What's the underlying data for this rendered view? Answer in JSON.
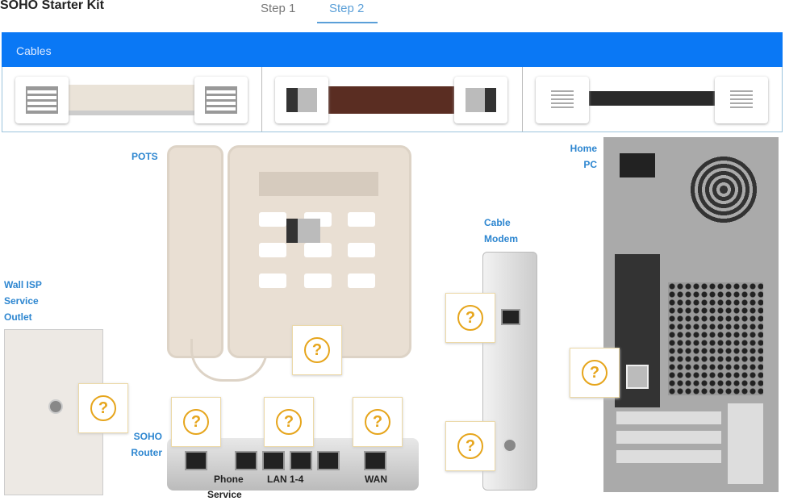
{
  "title": "SOHO Starter Kit",
  "tabs": [
    {
      "label": "Step 1",
      "active": false
    },
    {
      "label": "Step 2",
      "active": true
    }
  ],
  "cables_panel": {
    "header": "Cables",
    "items": [
      {
        "name": "ethernet-cable",
        "color": "#eae3d8"
      },
      {
        "name": "coaxial-cable",
        "color": "#5a2d22"
      },
      {
        "name": "phone-cable",
        "color": "#2a2a2a"
      }
    ]
  },
  "labels": {
    "pots": "POTS",
    "home_pc": [
      "Home",
      "PC"
    ],
    "cable_modem": [
      "Cable",
      "Modem"
    ],
    "wall_outlet": [
      "Wall ISP",
      "Service",
      "Outlet"
    ],
    "soho_router": [
      "SOHO",
      "Router"
    ]
  },
  "router_ports": {
    "phone": "Phone",
    "service": "Service",
    "lan": "LAN 1-4",
    "wan": "WAN"
  },
  "drop_zone_symbol": "?",
  "colors": {
    "accent": "#0a78f5",
    "label": "#2d86d0",
    "drop": "#e6a51c"
  }
}
